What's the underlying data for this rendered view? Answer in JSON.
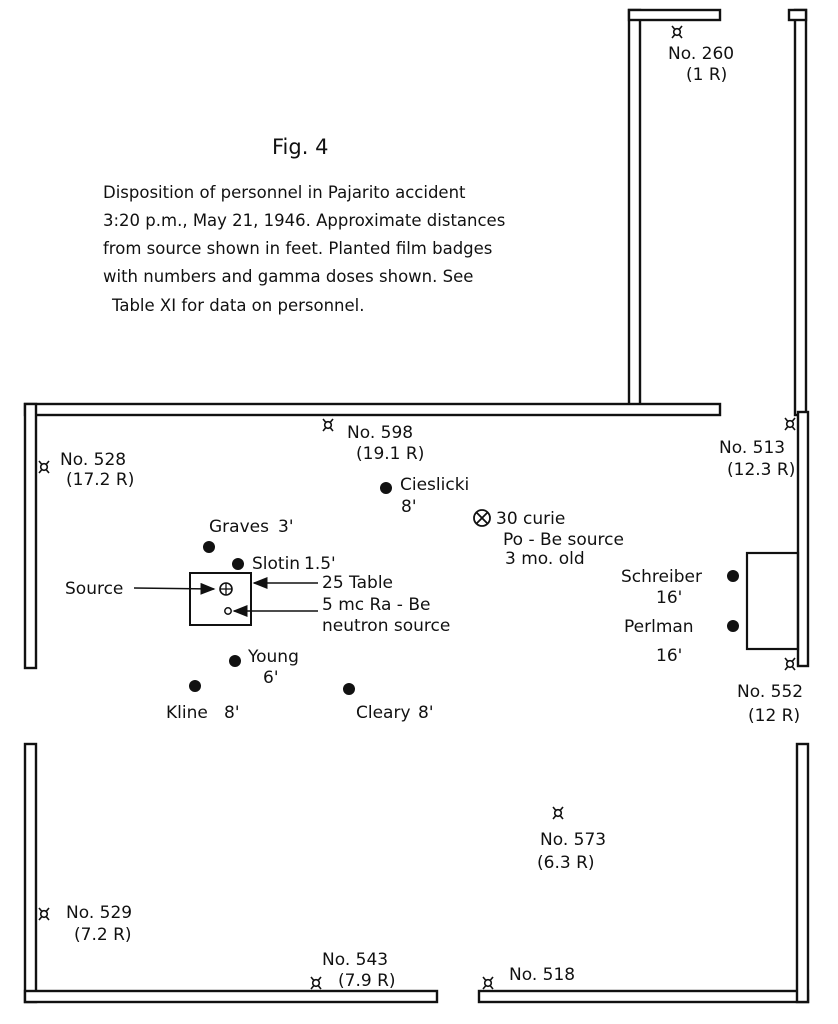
{
  "figure": {
    "title": "Fig. 4",
    "caption_lines": [
      "Disposition of personnel in Pajarito accident",
      "3:20 p.m., May 21, 1946. Approximate distances",
      "from source shown in feet. Planted film badges",
      "with numbers and gamma doses shown. See",
      "Table XI for data on personnel."
    ]
  },
  "badges": [
    {
      "id": "no-260",
      "number": "No. 260",
      "dose": "(1 R)"
    },
    {
      "id": "no-598",
      "number": "No. 598",
      "dose": "(19.1 R)"
    },
    {
      "id": "no-528",
      "number": "No. 528",
      "dose": "(17.2 R)"
    },
    {
      "id": "no-513",
      "number": "No. 513",
      "dose": "(12.3 R)"
    },
    {
      "id": "no-552",
      "number": "No. 552",
      "dose": "(12 R)"
    },
    {
      "id": "no-573",
      "number": "No. 573",
      "dose": "(6.3 R)"
    },
    {
      "id": "no-529",
      "number": "No. 529",
      "dose": "(7.2 R)"
    },
    {
      "id": "no-543",
      "number": "No. 543",
      "dose": "(7.9 R)"
    },
    {
      "id": "no-518",
      "number": "No. 518",
      "dose": ""
    }
  ],
  "personnel": [
    {
      "id": "cieslicki",
      "name": "Cieslicki",
      "distance": "8'"
    },
    {
      "id": "graves",
      "name": "Graves",
      "distance": "3'"
    },
    {
      "id": "slotin",
      "name": "Slotin",
      "distance": "1.5'"
    },
    {
      "id": "young",
      "name": "Young",
      "distance": "6'"
    },
    {
      "id": "kline",
      "name": "Kline",
      "distance": "8'"
    },
    {
      "id": "cleary",
      "name": "Cleary",
      "distance": "8'"
    },
    {
      "id": "schreiber",
      "name": "Schreiber",
      "distance": "16'"
    },
    {
      "id": "perlman",
      "name": "Perlman",
      "distance": "16'"
    }
  ],
  "sources": {
    "po_be": [
      "30 curie",
      "Po - Be source",
      "3 mo. old"
    ],
    "table": "25 Table",
    "source_label": "Source",
    "ra_be": [
      "5 mc Ra - Be",
      "neutron source"
    ]
  }
}
